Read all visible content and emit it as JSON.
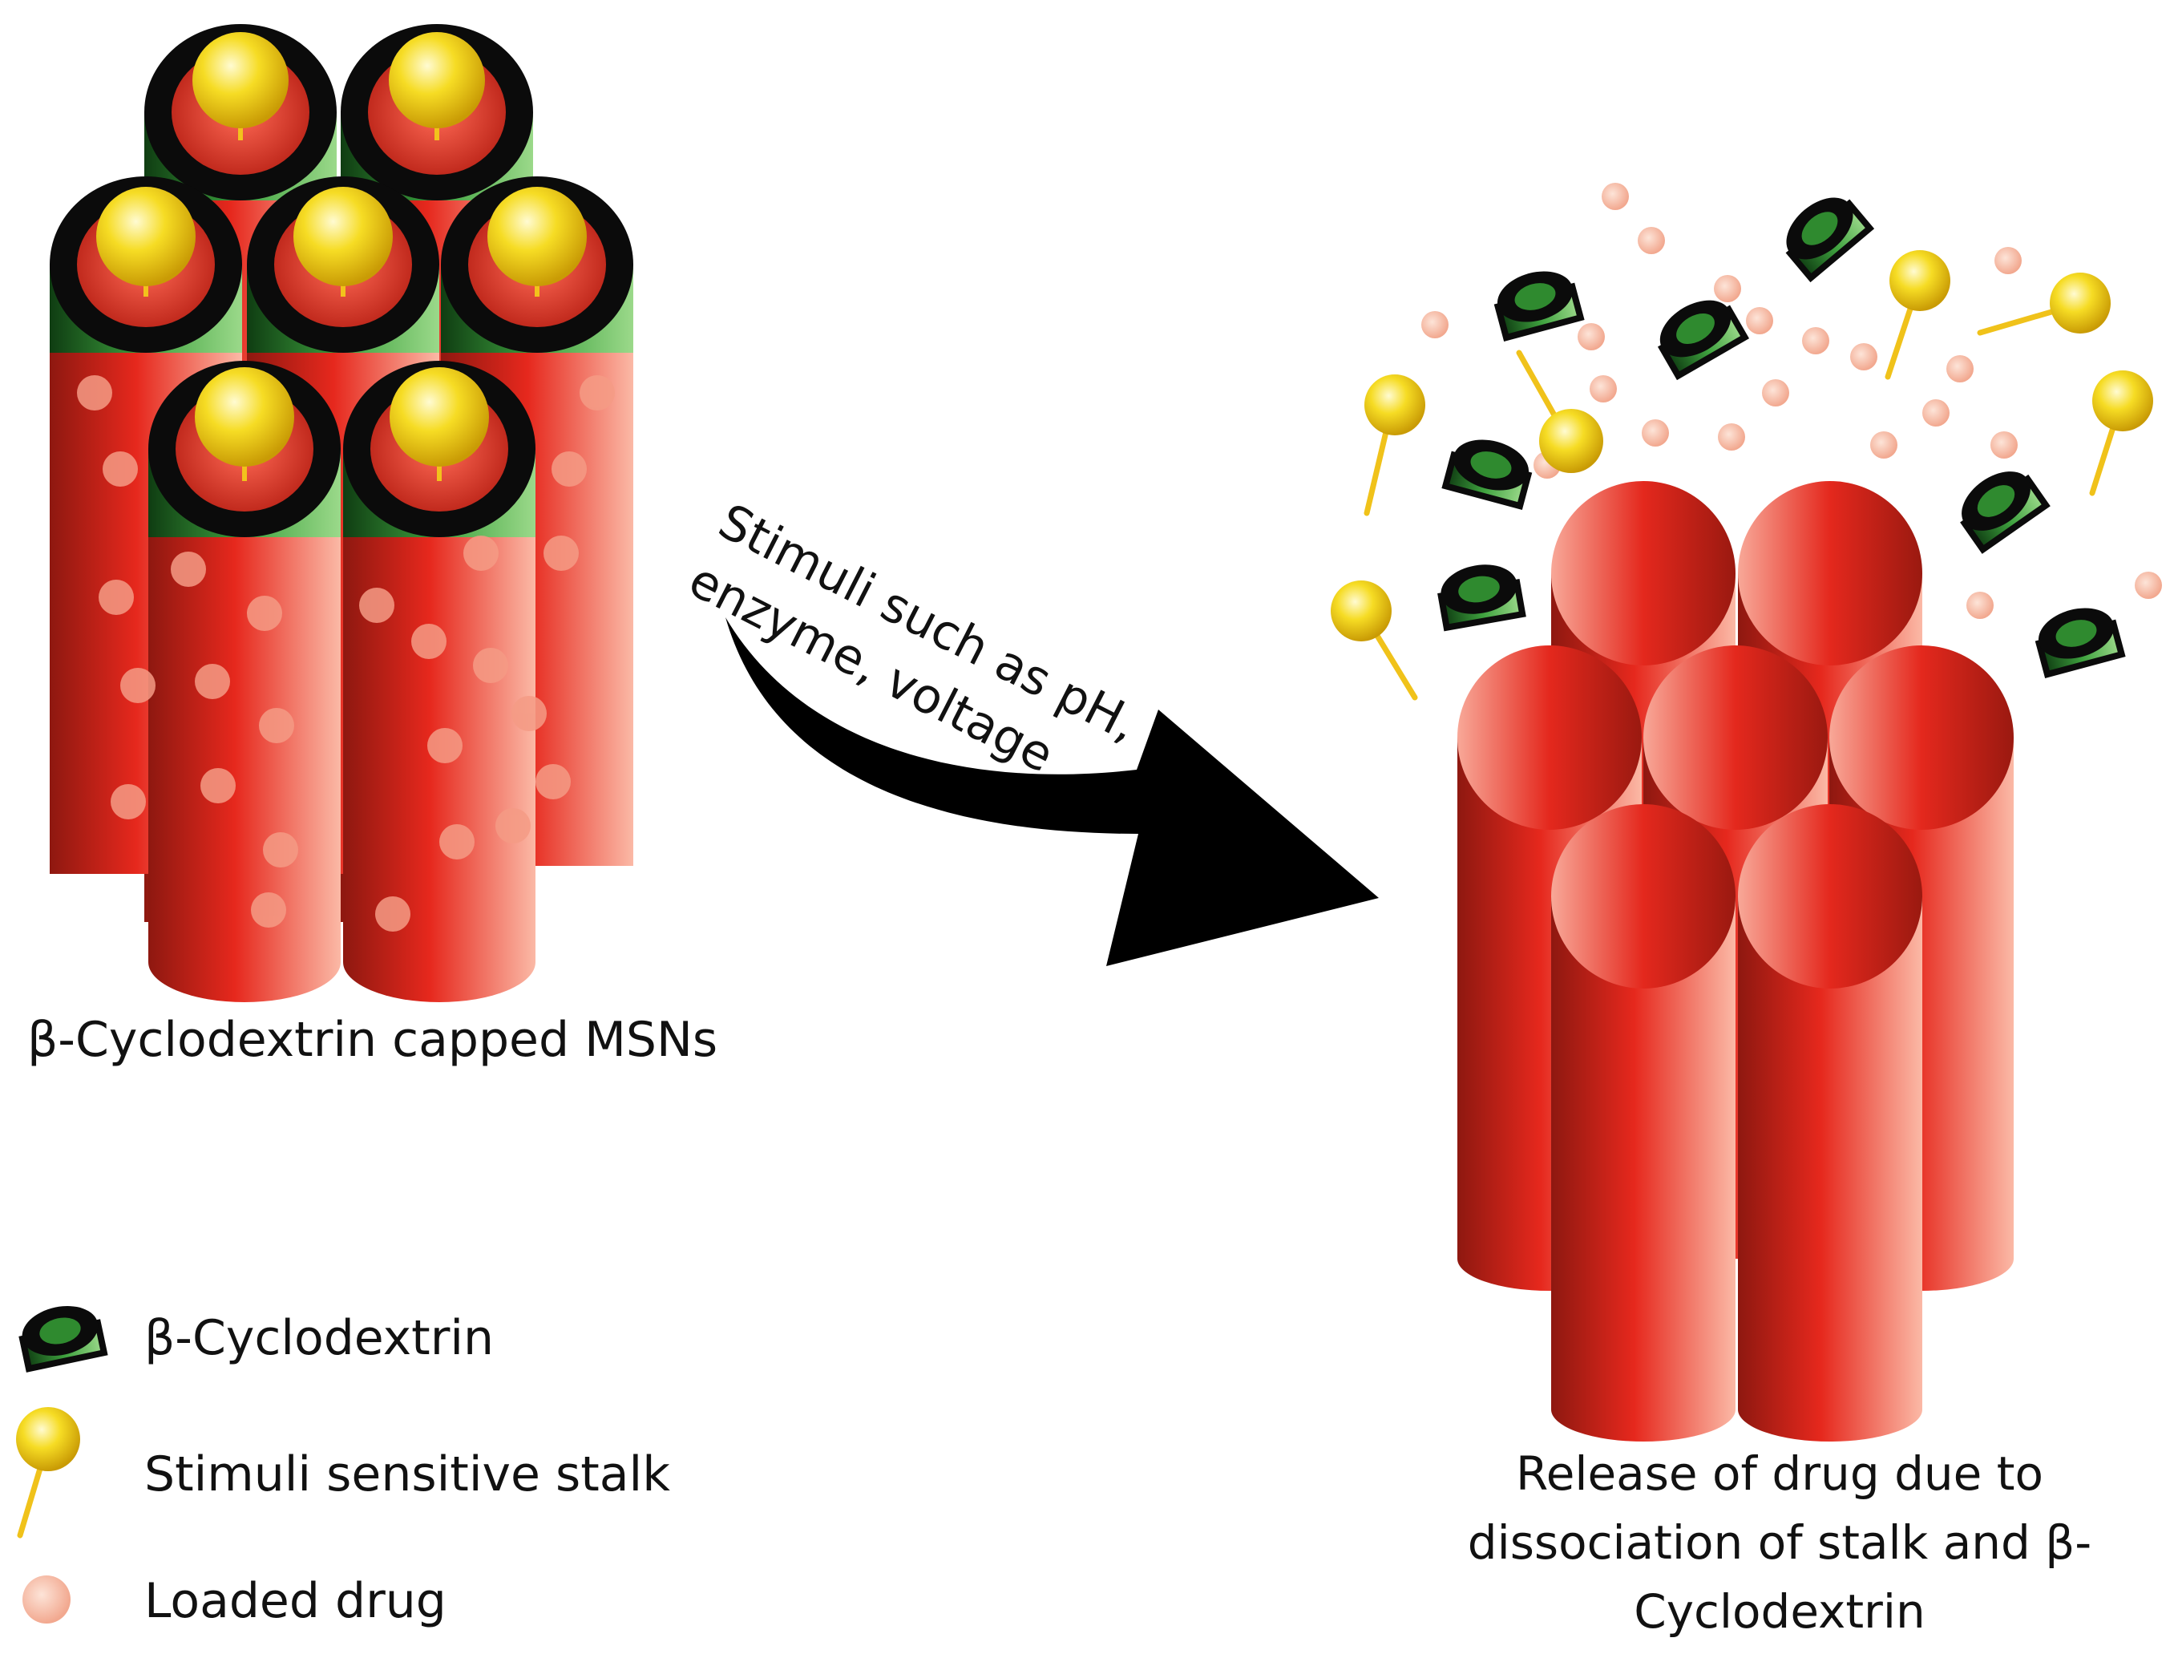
{
  "labels": {
    "left_caption": "β-Cyclodextrin capped MSNs",
    "arrow_line1": "Stimuli such as pH,",
    "arrow_line2": "enzyme, voltage",
    "right_caption": "Release of drug due to dissociation of stalk and β-Cyclodextrin"
  },
  "legend": {
    "cyclodextrin": "β-Cyclodextrin",
    "stalk": "Stimuli sensitive stalk",
    "drug": "Loaded drug"
  },
  "colors": {
    "tube_red": "#e8261c",
    "tube_light": "#f9b4a2",
    "cyclodextrin_green": "#2f8a2f",
    "stalk_yellow": "#f2d51c",
    "drug_pink": "#f7c2ad",
    "arrow_black": "#000000"
  }
}
